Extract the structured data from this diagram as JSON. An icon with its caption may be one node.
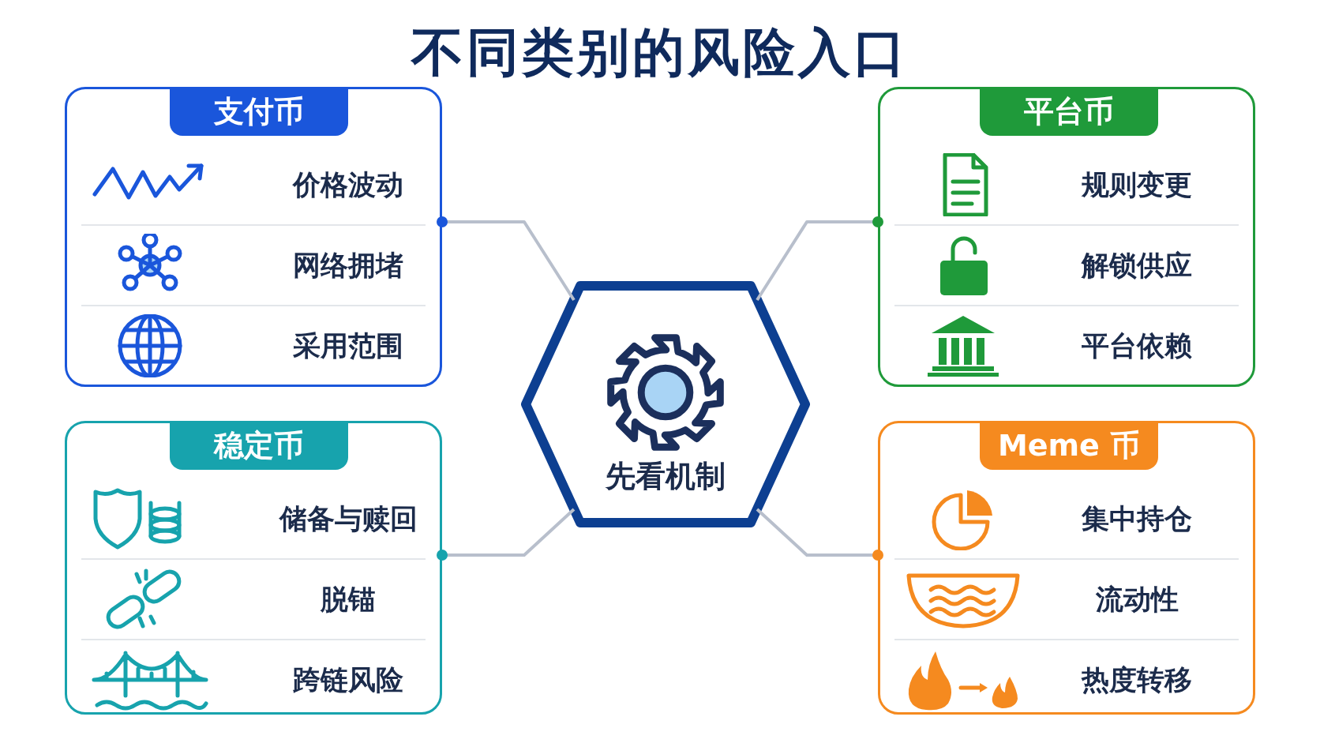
{
  "diagram": {
    "title": "不同类别的风险入口",
    "nodes": [
      {
        "text": [
          "支付币",
          "价格波动",
          "网络拥堵",
          "采用范围"
        ]
      },
      {
        "text": [
          "平台币",
          "规则变更",
          "解锁供应",
          "平台依赖"
        ]
      },
      {
        "text": [
          "先看机制"
        ]
      },
      {
        "text": [
          "稳定币",
          "储备与赎回",
          "脱锚",
          "跨链风险"
        ]
      },
      {
        "text": [
          "Meme 币",
          "集中持仓",
          "流动性",
          "热度转移"
        ]
      }
    ],
    "edges": [
      {
        "from": 2,
        "to": 0,
        "arrow": "other"
      },
      {
        "from": 2,
        "to": 1,
        "arrow": "other"
      },
      {
        "from": 2,
        "to": 3,
        "arrow": "other"
      },
      {
        "from": 2,
        "to": 4,
        "arrow": "other"
      }
    ]
  }
}
